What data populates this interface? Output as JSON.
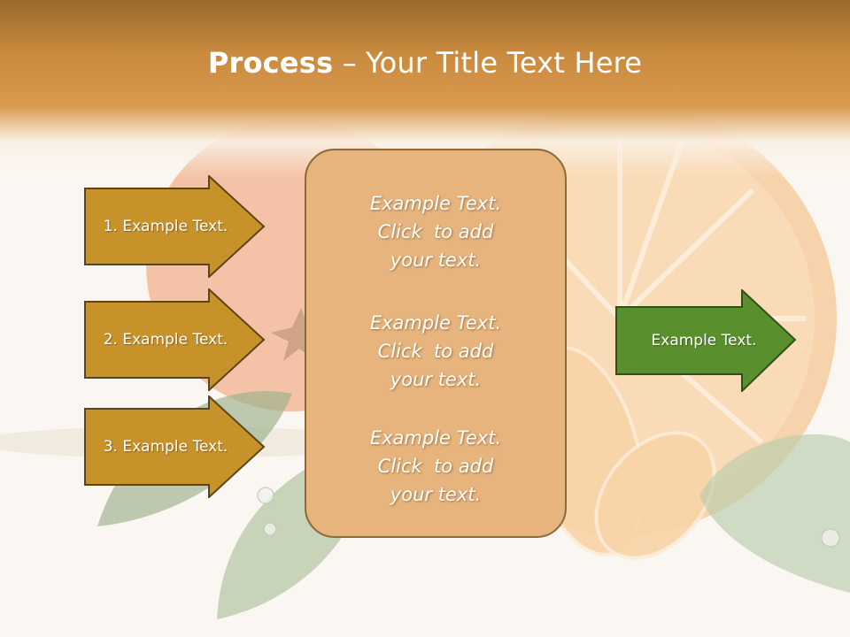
{
  "title": {
    "bold": "Process",
    "rest": " – Your Title Text Here"
  },
  "left_steps": [
    {
      "label": "1. Example Text."
    },
    {
      "label": "2. Example Text."
    },
    {
      "label": "3. Example Text."
    }
  ],
  "center_blocks": [
    {
      "line1": "Example Text.",
      "line2": "Click  to add",
      "line3": "your text."
    },
    {
      "line1": "Example Text.",
      "line2": "Click  to add",
      "line3": "your text."
    },
    {
      "line1": "Example Text.",
      "line2": "Click  to add",
      "line3": "your text."
    }
  ],
  "right_step": {
    "label": "Example Text."
  },
  "colors": {
    "header": "#c98a3e",
    "left_arrow_fill": "#c8922a",
    "left_arrow_border": "#5c4414",
    "center_fill": "#e6b47c",
    "right_arrow_fill": "#5a8f2e",
    "right_arrow_border": "#2e5216"
  }
}
